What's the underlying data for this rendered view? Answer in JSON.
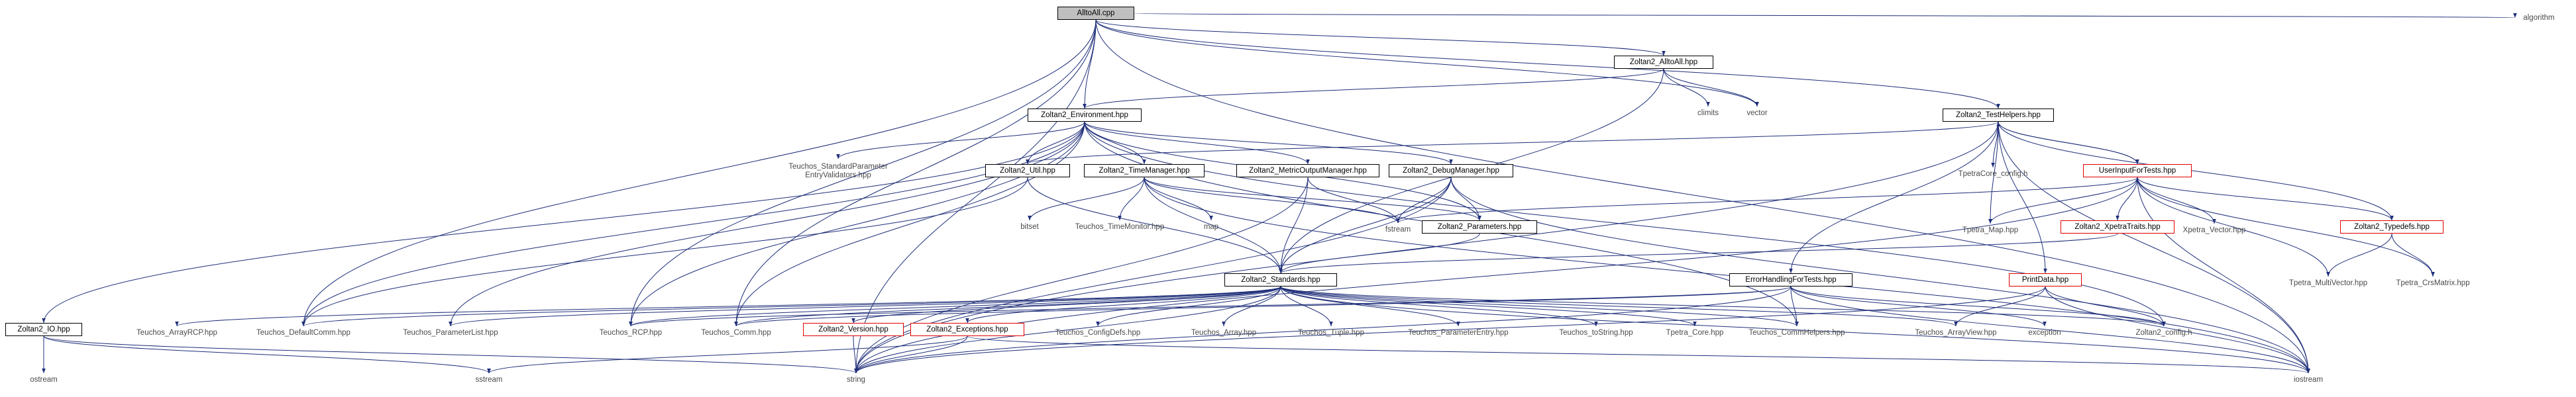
{
  "colors": {
    "edge": "#1f2f7a",
    "box_border": "#000000",
    "root_fill": "#bfbfbf",
    "red_border": "#e00000",
    "ext_text": "#4a4a4a"
  },
  "nodes": {
    "alltoall_cpp": "AlltoAll.cpp",
    "algorithm": "algorithm",
    "zoltan2_alltoall": "Zoltan2_AlltoAll.hpp",
    "climits": "climits",
    "vector": "vector",
    "zoltan2_environment": "Zoltan2_Environment.hpp",
    "zoltan2_testhelpers": "Zoltan2_TestHelpers.hpp",
    "teuchos_std_param": "Teuchos_StandardParameter EntryValidators.hpp",
    "zoltan2_util": "Zoltan2_Util.hpp",
    "zoltan2_timemanager": "Zoltan2_TimeManager.hpp",
    "zoltan2_metricoutput": "Zoltan2_MetricOutputManager.hpp",
    "zoltan2_debugmanager": "Zoltan2_DebugManager.hpp",
    "tpetracore_config": "TpetraCore_config.h",
    "userinputfortests": "UserInputForTests.hpp",
    "bitset": "bitset",
    "teuchos_timemonitor": "Teuchos_TimeMonitor.hpp",
    "map": "map",
    "fstream": "fstream",
    "zoltan2_parameters": "Zoltan2_Parameters.hpp",
    "tpetra_map": "Tpetra_Map.hpp",
    "zoltan2_xpetratraits": "Zoltan2_XpetraTraits.hpp",
    "xpetra_vector": "Xpetra_Vector.hpp",
    "zoltan2_typedefs": "Zoltan2_Typedefs.hpp",
    "tpetra_multivector": "Tpetra_MultiVector.hpp",
    "tpetra_crsmatrix": "Tpetra_CrsMatrix.hpp",
    "zoltan2_standards": "Zoltan2_Standards.hpp",
    "errorhandlingfortests": "ErrorHandlingForTests.hpp",
    "printdata": "PrintData.hpp",
    "zoltan2_io": "Zoltan2_IO.hpp",
    "teuchos_arrayrcp": "Teuchos_ArrayRCP.hpp",
    "teuchos_defaultcomm": "Teuchos_DefaultComm.hpp",
    "teuchos_parameterlist": "Teuchos_ParameterList.hpp",
    "teuchos_rcp": "Teuchos_RCP.hpp",
    "teuchos_comm": "Teuchos_Comm.hpp",
    "zoltan2_version": "Zoltan2_Version.hpp",
    "zoltan2_exceptions": "Zoltan2_Exceptions.hpp",
    "teuchos_configdefs": "Teuchos_ConfigDefs.hpp",
    "teuchos_array": "Teuchos_Array.hpp",
    "teuchos_tuple": "Teuchos_Tuple.hpp",
    "teuchos_parameterentry": "Teuchos_ParameterEntry.hpp",
    "teuchos_tostring": "Teuchos_toString.hpp",
    "tpetra_core": "Tpetra_Core.hpp",
    "teuchos_commhelpers": "Teuchos_CommHelpers.hpp",
    "teuchos_arrayview": "Teuchos_ArrayView.hpp",
    "exception": "exception",
    "zoltan2_config": "Zoltan2_config.h",
    "ostream": "ostream",
    "sstream": "sstream",
    "string": "string",
    "iostream": "iostream"
  },
  "edges": [
    [
      "alltoall_cpp",
      "algorithm"
    ],
    [
      "alltoall_cpp",
      "zoltan2_alltoall"
    ],
    [
      "alltoall_cpp",
      "vector"
    ],
    [
      "alltoall_cpp",
      "zoltan2_environment"
    ],
    [
      "alltoall_cpp",
      "zoltan2_testhelpers"
    ],
    [
      "alltoall_cpp",
      "teuchos_defaultcomm"
    ],
    [
      "alltoall_cpp",
      "teuchos_rcp"
    ],
    [
      "alltoall_cpp",
      "teuchos_comm"
    ],
    [
      "alltoall_cpp",
      "string"
    ],
    [
      "alltoall_cpp",
      "iostream"
    ],
    [
      "zoltan2_alltoall",
      "climits"
    ],
    [
      "zoltan2_alltoall",
      "vector"
    ],
    [
      "zoltan2_alltoall",
      "zoltan2_environment"
    ],
    [
      "zoltan2_alltoall",
      "zoltan2_standards"
    ],
    [
      "zoltan2_environment",
      "teuchos_std_param"
    ],
    [
      "zoltan2_environment",
      "zoltan2_util"
    ],
    [
      "zoltan2_environment",
      "zoltan2_timemanager"
    ],
    [
      "zoltan2_environment",
      "zoltan2_metricoutput"
    ],
    [
      "zoltan2_environment",
      "zoltan2_debugmanager"
    ],
    [
      "zoltan2_environment",
      "zoltan2_parameters"
    ],
    [
      "zoltan2_environment",
      "zoltan2_io"
    ],
    [
      "zoltan2_environment",
      "teuchos_defaultcomm"
    ],
    [
      "zoltan2_environment",
      "teuchos_parameterlist"
    ],
    [
      "zoltan2_environment",
      "teuchos_rcp"
    ],
    [
      "zoltan2_environment",
      "teuchos_comm"
    ],
    [
      "zoltan2_environment",
      "teuchos_commhelpers"
    ],
    [
      "zoltan2_environment",
      "zoltan2_config"
    ],
    [
      "zoltan2_testhelpers",
      "zoltan2_util"
    ],
    [
      "zoltan2_testhelpers",
      "tpetracore_config"
    ],
    [
      "zoltan2_testhelpers",
      "userinputfortests"
    ],
    [
      "zoltan2_testhelpers",
      "tpetra_map"
    ],
    [
      "zoltan2_testhelpers",
      "zoltan2_typedefs"
    ],
    [
      "zoltan2_testhelpers",
      "errorhandlingfortests"
    ],
    [
      "zoltan2_testhelpers",
      "printdata"
    ],
    [
      "zoltan2_testhelpers",
      "iostream"
    ],
    [
      "zoltan2_testhelpers",
      "string"
    ],
    [
      "userinputfortests",
      "zoltan2_testhelpers"
    ],
    [
      "userinputfortests",
      "tpetra_map"
    ],
    [
      "userinputfortests",
      "zoltan2_xpetratraits"
    ],
    [
      "userinputfortests",
      "xpetra_vector"
    ],
    [
      "userinputfortests",
      "zoltan2_typedefs"
    ],
    [
      "userinputfortests",
      "tpetra_multivector"
    ],
    [
      "userinputfortests",
      "tpetra_crsmatrix"
    ],
    [
      "userinputfortests",
      "fstream"
    ],
    [
      "userinputfortests",
      "iostream"
    ],
    [
      "userinputfortests",
      "string"
    ],
    [
      "zoltan2_util",
      "zoltan2_standards"
    ],
    [
      "zoltan2_util",
      "teuchos_defaultcomm"
    ],
    [
      "zoltan2_timemanager",
      "bitset"
    ],
    [
      "zoltan2_timemanager",
      "teuchos_timemonitor"
    ],
    [
      "zoltan2_timemanager",
      "map"
    ],
    [
      "zoltan2_timemanager",
      "fstream"
    ],
    [
      "zoltan2_timemanager",
      "zoltan2_parameters"
    ],
    [
      "zoltan2_timemanager",
      "zoltan2_standards"
    ],
    [
      "zoltan2_timemanager",
      "iostream"
    ],
    [
      "zoltan2_metricoutput",
      "fstream"
    ],
    [
      "zoltan2_metricoutput",
      "zoltan2_standards"
    ],
    [
      "zoltan2_metricoutput",
      "string"
    ],
    [
      "zoltan2_debugmanager",
      "fstream"
    ],
    [
      "zoltan2_debugmanager",
      "zoltan2_parameters"
    ],
    [
      "zoltan2_debugmanager",
      "zoltan2_standards"
    ],
    [
      "zoltan2_debugmanager",
      "string"
    ],
    [
      "zoltan2_debugmanager",
      "iostream"
    ],
    [
      "zoltan2_parameters",
      "zoltan2_standards"
    ],
    [
      "zoltan2_xpetratraits",
      "zoltan2_standards"
    ],
    [
      "zoltan2_typedefs",
      "tpetra_multivector"
    ],
    [
      "zoltan2_typedefs",
      "tpetra_crsmatrix"
    ],
    [
      "zoltan2_standards",
      "teuchos_arrayrcp"
    ],
    [
      "zoltan2_standards",
      "teuchos_defaultcomm"
    ],
    [
      "zoltan2_standards",
      "teuchos_parameterlist"
    ],
    [
      "zoltan2_standards",
      "teuchos_rcp"
    ],
    [
      "zoltan2_standards",
      "teuchos_comm"
    ],
    [
      "zoltan2_standards",
      "zoltan2_version"
    ],
    [
      "zoltan2_standards",
      "zoltan2_exceptions"
    ],
    [
      "zoltan2_standards",
      "teuchos_configdefs"
    ],
    [
      "zoltan2_standards",
      "teuchos_array"
    ],
    [
      "zoltan2_standards",
      "teuchos_tuple"
    ],
    [
      "zoltan2_standards",
      "teuchos_parameterentry"
    ],
    [
      "zoltan2_standards",
      "teuchos_tostring"
    ],
    [
      "zoltan2_standards",
      "tpetra_core"
    ],
    [
      "zoltan2_standards",
      "teuchos_commhelpers"
    ],
    [
      "zoltan2_standards",
      "teuchos_arrayview"
    ],
    [
      "zoltan2_standards",
      "zoltan2_config"
    ],
    [
      "zoltan2_standards",
      "iostream"
    ],
    [
      "zoltan2_standards",
      "string"
    ],
    [
      "errorhandlingfortests",
      "teuchos_rcp"
    ],
    [
      "errorhandlingfortests",
      "teuchos_comm"
    ],
    [
      "errorhandlingfortests",
      "teuchos_commhelpers"
    ],
    [
      "errorhandlingfortests",
      "exception"
    ],
    [
      "errorhandlingfortests",
      "zoltan2_config"
    ],
    [
      "errorhandlingfortests",
      "string"
    ],
    [
      "errorhandlingfortests",
      "iostream"
    ],
    [
      "printdata",
      "teuchos_arrayview"
    ],
    [
      "printdata",
      "zoltan2_config"
    ],
    [
      "printdata",
      "iostream"
    ],
    [
      "printdata",
      "string"
    ],
    [
      "zoltan2_io",
      "ostream"
    ],
    [
      "zoltan2_io",
      "sstream"
    ],
    [
      "zoltan2_io",
      "string"
    ],
    [
      "zoltan2_version",
      "string"
    ],
    [
      "zoltan2_exceptions",
      "string"
    ],
    [
      "zoltan2_exceptions",
      "sstream"
    ],
    [
      "zoltan2_exceptions",
      "iostream"
    ]
  ]
}
